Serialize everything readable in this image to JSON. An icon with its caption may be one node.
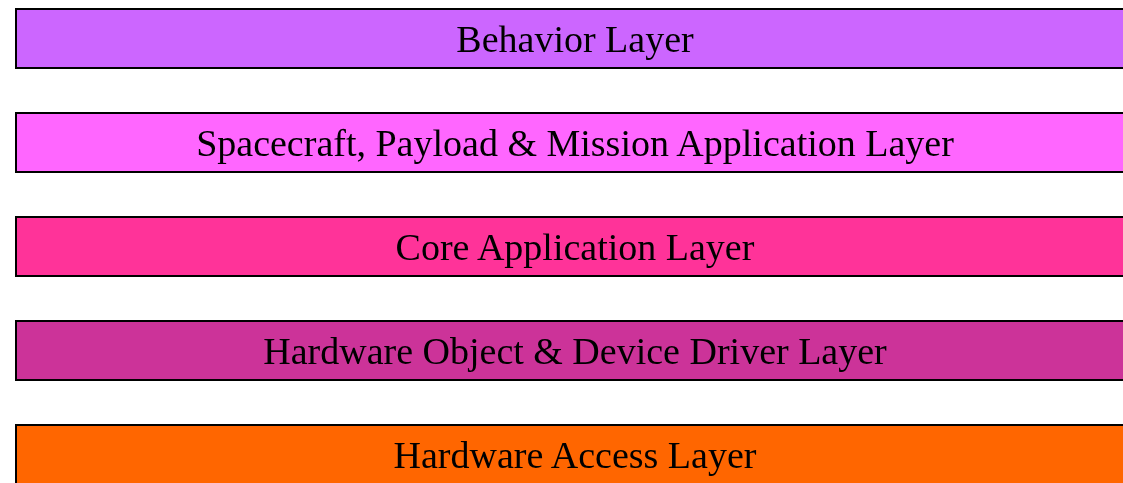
{
  "diagram": {
    "nodes": [
      {
        "text": [
          "Behavior Layer"
        ]
      },
      {
        "text": [
          "Spacecraft, Payload & Mission Application Layer"
        ]
      },
      {
        "text": [
          "Core Application Layer"
        ]
      },
      {
        "text": [
          "Hardware Object & Device Driver Layer"
        ]
      },
      {
        "text": [
          "Hardware Access Layer"
        ]
      }
    ]
  }
}
